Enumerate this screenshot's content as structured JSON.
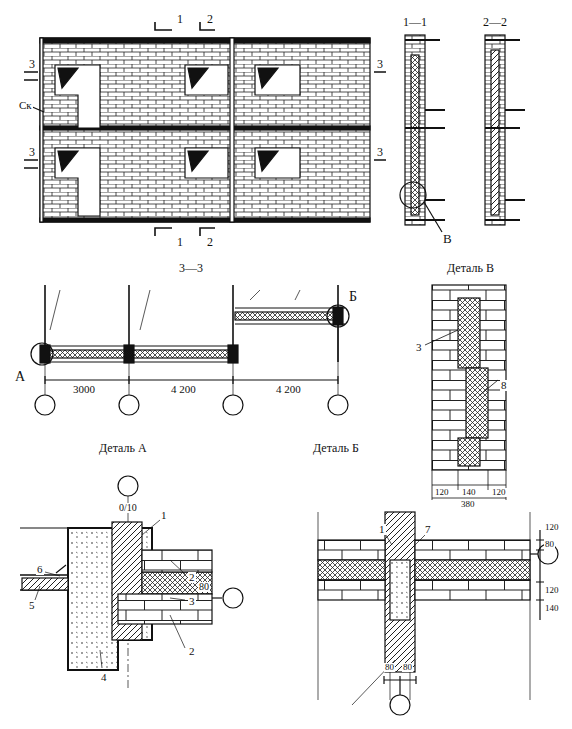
{
  "diagram": {
    "labels": [
      "1",
      "2",
      "3",
      "Ск",
      "3",
      "3",
      "3",
      "1",
      "2",
      "1—1",
      "2—2",
      "В",
      "3—3",
      "Деталь В",
      "А",
      "Б",
      "3000",
      "4 200",
      "4 200",
      "3",
      "8",
      "120",
      "140",
      "120",
      "380",
      "Деталь А",
      "Деталь Б",
      "0/10",
      "1",
      "6",
      "2",
      "80",
      "3",
      "5",
      "2",
      "4",
      "1",
      "7",
      "120",
      "80",
      "120",
      "140",
      "80",
      "80"
    ]
  }
}
